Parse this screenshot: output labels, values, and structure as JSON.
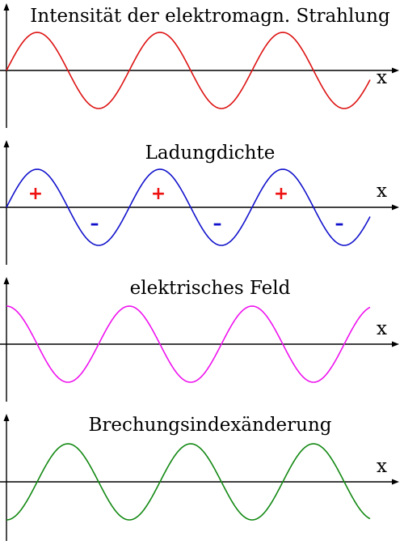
{
  "axis_label": "x",
  "panels": [
    {
      "title": "Intensität der elektromagn. Strahlung",
      "color": "#dd1111",
      "phase": "sine",
      "signs": []
    },
    {
      "title": "Ladungdichte",
      "color": "#1111cc",
      "phase": "sine",
      "signs": [
        {
          "text": "+",
          "color": "#ee1111"
        },
        {
          "text": "–",
          "color": "#1111cc"
        },
        {
          "text": "+",
          "color": "#ee1111"
        },
        {
          "text": "–",
          "color": "#1111cc"
        },
        {
          "text": "+",
          "color": "#ee1111"
        },
        {
          "text": "–",
          "color": "#1111cc"
        }
      ]
    },
    {
      "title": "elektrisches Feld",
      "color": "#ee11ee",
      "phase": "cosine",
      "signs": []
    },
    {
      "title": "Brechungsindexänderung",
      "color": "#118811",
      "phase": "negative-cosine",
      "signs": []
    }
  ]
}
